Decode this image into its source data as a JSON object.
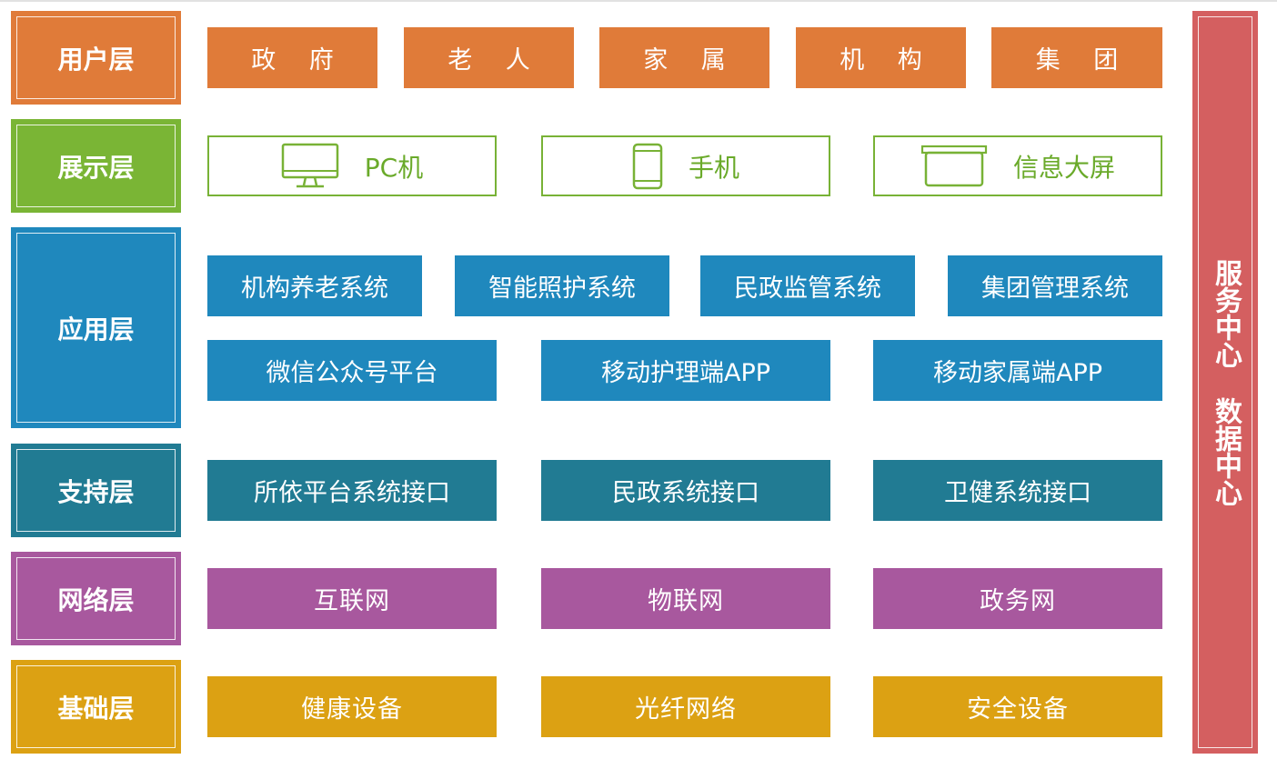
{
  "colors": {
    "user": "#e07b39",
    "display": "#7ab535",
    "application": "#1f88bd",
    "support": "#217b93",
    "network": "#a8589e",
    "base": "#dca113",
    "side": "#d45f60"
  },
  "layers": {
    "user": "用户层",
    "display": "展示层",
    "application": "应用层",
    "support": "支持层",
    "network": "网络层",
    "base": "基础层"
  },
  "user_items": [
    "政 府",
    "老 人",
    "家 属",
    "机 构",
    "集 团"
  ],
  "display_items": [
    {
      "label": "PC机",
      "icon": "monitor-icon"
    },
    {
      "label": "手机",
      "icon": "mobile-phone-icon"
    },
    {
      "label": "信息大屏",
      "icon": "large-screen-icon"
    }
  ],
  "application_row1": [
    "机构养老系统",
    "智能照护系统",
    "民政监管系统",
    "集团管理系统"
  ],
  "application_row2": [
    "微信公众号平台",
    "移动护理端APP",
    "移动家属端APP"
  ],
  "support_items": [
    "所依平台系统接口",
    "民政系统接口",
    "卫健系统接口"
  ],
  "network_items": [
    "互联网",
    "物联网",
    "政务网"
  ],
  "base_items": [
    "健康设备",
    "光纤网络",
    "安全设备"
  ],
  "side_panel": {
    "line1": "服务中心",
    "line2": "数据中心"
  }
}
